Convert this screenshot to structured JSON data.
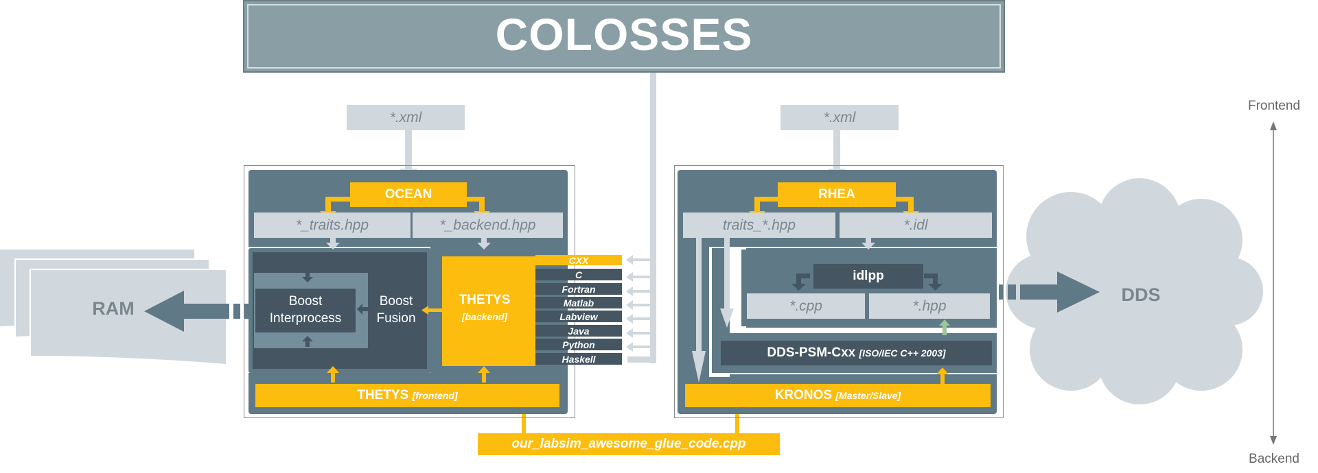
{
  "title": "COLOSSES",
  "left": {
    "xml": "*.xml",
    "ocean": "OCEAN",
    "traits_file": "*_traits.hpp",
    "backend_file": "*_backend.hpp",
    "boost_interprocess": "Boost Interprocess",
    "boost_fusion": "Boost Fusion",
    "thetys_backend_title": "THETYS",
    "thetys_backend_tag": "[backend]",
    "languages": [
      "CXX",
      "C",
      "Fortran",
      "Matlab",
      "Labview",
      "Java",
      "Python",
      "Haskell"
    ],
    "thetys_frontend_title": "THETYS",
    "thetys_frontend_tag": "[frontend]"
  },
  "ram": "RAM",
  "glue": "our_labsim_awesome_glue_code.cpp",
  "right": {
    "xml": "*.xml",
    "rhea": "RHEA",
    "traits_file": "traits_*.hpp",
    "idl_file": "*.idl",
    "idlpp": "idlpp",
    "cpp_file": "*.cpp",
    "hpp_file": "*.hpp",
    "psm_title": "DDS-PSM-Cxx",
    "psm_tag": "[ISO/IEC C++ 2003]",
    "kronos_title": "KRONOS",
    "kronos_tag": "[Master/Slave]"
  },
  "dds": "DDS",
  "axis": {
    "top": "Frontend",
    "bottom": "Backend"
  },
  "colors": {
    "slate": "#5f7986",
    "dark_slate": "#455562",
    "light": "#d1d8dd",
    "accent": "#fdbd0f",
    "title_bg": "#8a9ea6"
  }
}
